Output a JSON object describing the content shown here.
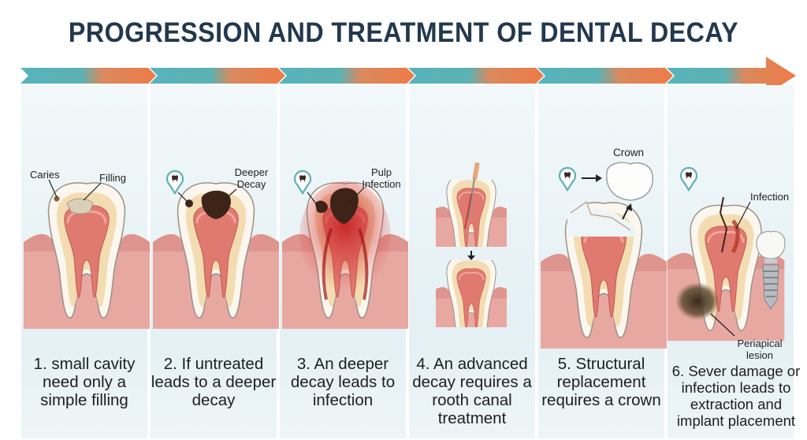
{
  "title": "PROGRESSION AND TREATMENT OF DENTAL DECAY",
  "stages": [
    {
      "caption": "1. small cavity need only a simple filling",
      "labels": {
        "caries": "Caries",
        "filling": "Filling"
      },
      "icon": "tooth-pin-icon"
    },
    {
      "caption": "2. If untreated leads to a deeper decay",
      "labels": {
        "deeper_decay": "Deeper Decay"
      },
      "icon": "tooth-pin-icon"
    },
    {
      "caption": "3. An deeper decay leads to infection",
      "labels": {
        "pulp_infection": "Pulp Infection"
      },
      "icon": "tooth-pin-icon"
    },
    {
      "caption": "4. An advanced decay requires a rooth canal treatment",
      "labels": {},
      "icon": "root-canal-file-icon"
    },
    {
      "caption": "5. Structural replacement requires a crown",
      "labels": {
        "crown": "Crown"
      },
      "icon": "tooth-pin-icon"
    },
    {
      "caption": "6. Sever damage or infection leads to extraction and implant placement",
      "labels": {
        "infection": "Infection",
        "periapical_lesion": "Periapical lesion"
      },
      "icon": "tooth-pin-icon"
    }
  ],
  "colors": {
    "teal": "#56b4bb",
    "orange": "#ef7e4b",
    "title": "#22384e",
    "decay": "#4a2b1e",
    "gum": "#e8a8a2",
    "enamel": "#fbf7ee",
    "pulp": "#e07a70"
  }
}
